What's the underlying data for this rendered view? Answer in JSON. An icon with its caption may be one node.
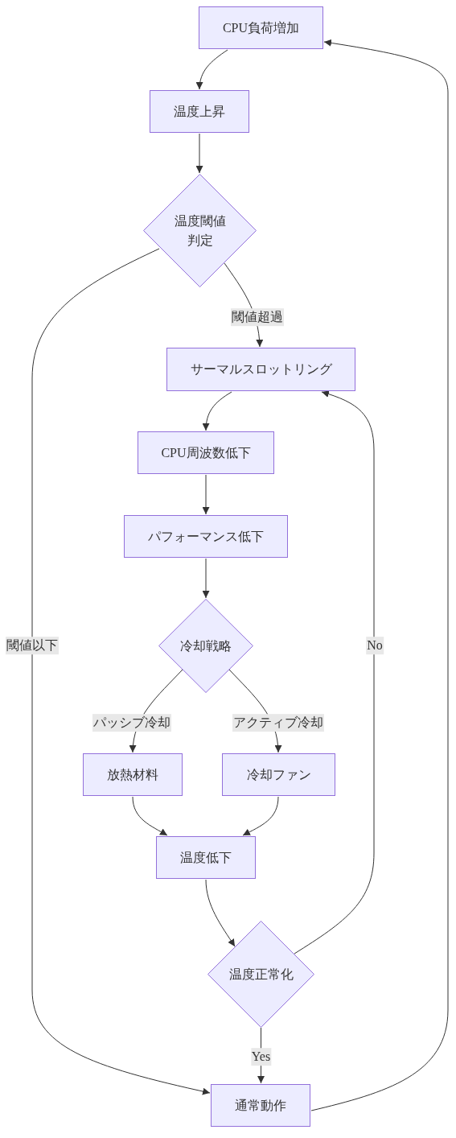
{
  "diagram": {
    "nodes": [
      {
        "text": [
          "CPU負荷増加"
        ]
      },
      {
        "text": [
          "温度上昇"
        ]
      },
      {
        "text": [
          "温度閾値判定"
        ]
      },
      {
        "text": [
          "サーマルスロットリング"
        ]
      },
      {
        "text": [
          "CPU周波数低下"
        ]
      },
      {
        "text": [
          "パフォーマンス低下"
        ]
      },
      {
        "text": [
          "冷却戦略"
        ]
      },
      {
        "text": [
          "放熱材料"
        ]
      },
      {
        "text": [
          "冷却ファン"
        ]
      },
      {
        "text": [
          "温度低下"
        ]
      },
      {
        "text": [
          "温度正常化"
        ]
      },
      {
        "text": [
          "通常動作"
        ]
      }
    ],
    "edges": [
      {
        "from": 0,
        "to": 1,
        "arrow": "to"
      },
      {
        "from": 1,
        "to": 2,
        "arrow": "to"
      },
      {
        "from": 2,
        "to": 3,
        "arrow": "to",
        "label": "閾値超過"
      },
      {
        "from": 2,
        "to": 11,
        "arrow": "to",
        "label": "閾値以下"
      },
      {
        "from": 3,
        "to": 4,
        "arrow": "to"
      },
      {
        "from": 4,
        "to": 5,
        "arrow": "to"
      },
      {
        "from": 5,
        "to": 6,
        "arrow": "to"
      },
      {
        "from": 6,
        "to": 7,
        "arrow": "to",
        "label": "パッシブ冷却"
      },
      {
        "from": 6,
        "to": 8,
        "arrow": "to",
        "label": "アクティブ冷却"
      },
      {
        "from": 7,
        "to": 9,
        "arrow": "to"
      },
      {
        "from": 8,
        "to": 9,
        "arrow": "to"
      },
      {
        "from": 9,
        "to": 10,
        "arrow": "to"
      },
      {
        "from": 10,
        "to": 3,
        "arrow": "to",
        "label": "No"
      },
      {
        "from": 10,
        "to": 11,
        "arrow": "to",
        "label": "Yes"
      },
      {
        "from": 11,
        "to": 0,
        "arrow": "to"
      }
    ]
  }
}
